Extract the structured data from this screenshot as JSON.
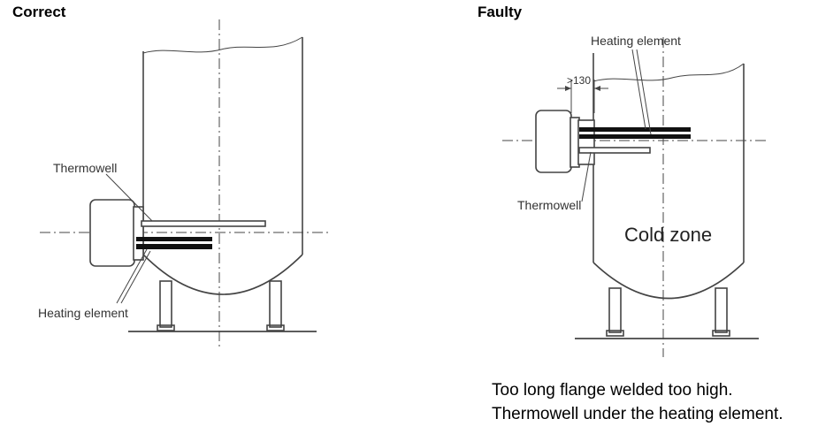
{
  "correct": {
    "title": "Correct",
    "labels": {
      "thermowell": "Thermowell",
      "heating_element": "Heating element"
    }
  },
  "faulty": {
    "title": "Faulty",
    "labels": {
      "heating_element": "Heating element",
      "thermowell": "Thermowell",
      "dimension": ">130",
      "cold_zone": "Cold zone"
    },
    "caption": [
      "Too long flange welded too high.",
      "Thermowell under the heating element."
    ]
  },
  "colors": {
    "line": "#444444",
    "element": "#111111"
  }
}
